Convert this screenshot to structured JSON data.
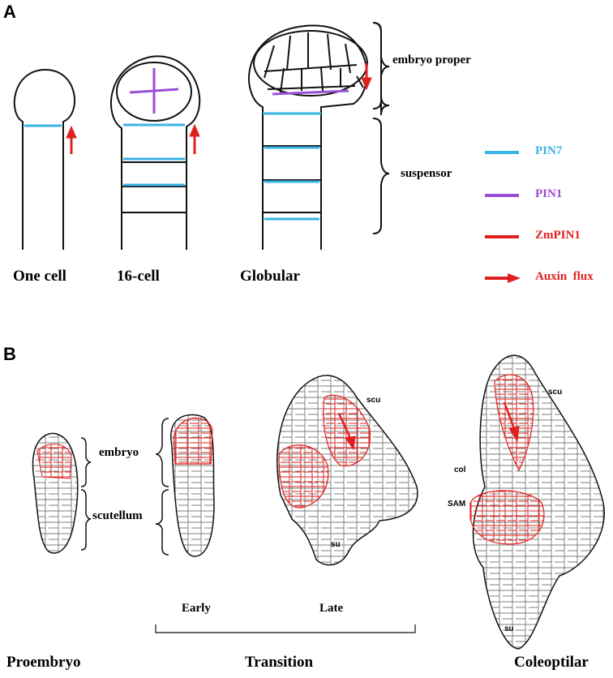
{
  "panel_a": {
    "letter": "A",
    "stages": [
      "One cell",
      "16-cell",
      "Globular"
    ],
    "regions": {
      "embryo_proper": "embryo proper",
      "suspensor": "suspensor"
    },
    "legend": [
      {
        "label": "PIN7",
        "color": "#3ab4e6",
        "kind": "line"
      },
      {
        "label": "PIN1",
        "color": "#9a4fd6",
        "kind": "line"
      },
      {
        "label": "ZmPIN1",
        "color": "#e0201e",
        "kind": "line"
      },
      {
        "label": "Auxin  flux",
        "color": "#e0201e",
        "kind": "arrow"
      }
    ]
  },
  "panel_b": {
    "letter": "B",
    "regions": {
      "embryo": "embryo",
      "scutellum": "scutellum"
    },
    "sublabels": {
      "early": "Early",
      "late": "Late"
    },
    "stages": [
      "Proembryo",
      "Transition",
      "Coleoptilar"
    ],
    "tissue_labels": {
      "scu_1": "scu",
      "su_1": "su",
      "scu_2": "scu",
      "col": "col",
      "sam": "SAM",
      "su_2": "su"
    }
  },
  "colors": {
    "pin7": "#3ab4e6",
    "pin1": "#9a4fd6",
    "zmpin1": "#e0201e",
    "outline": "#111111"
  }
}
